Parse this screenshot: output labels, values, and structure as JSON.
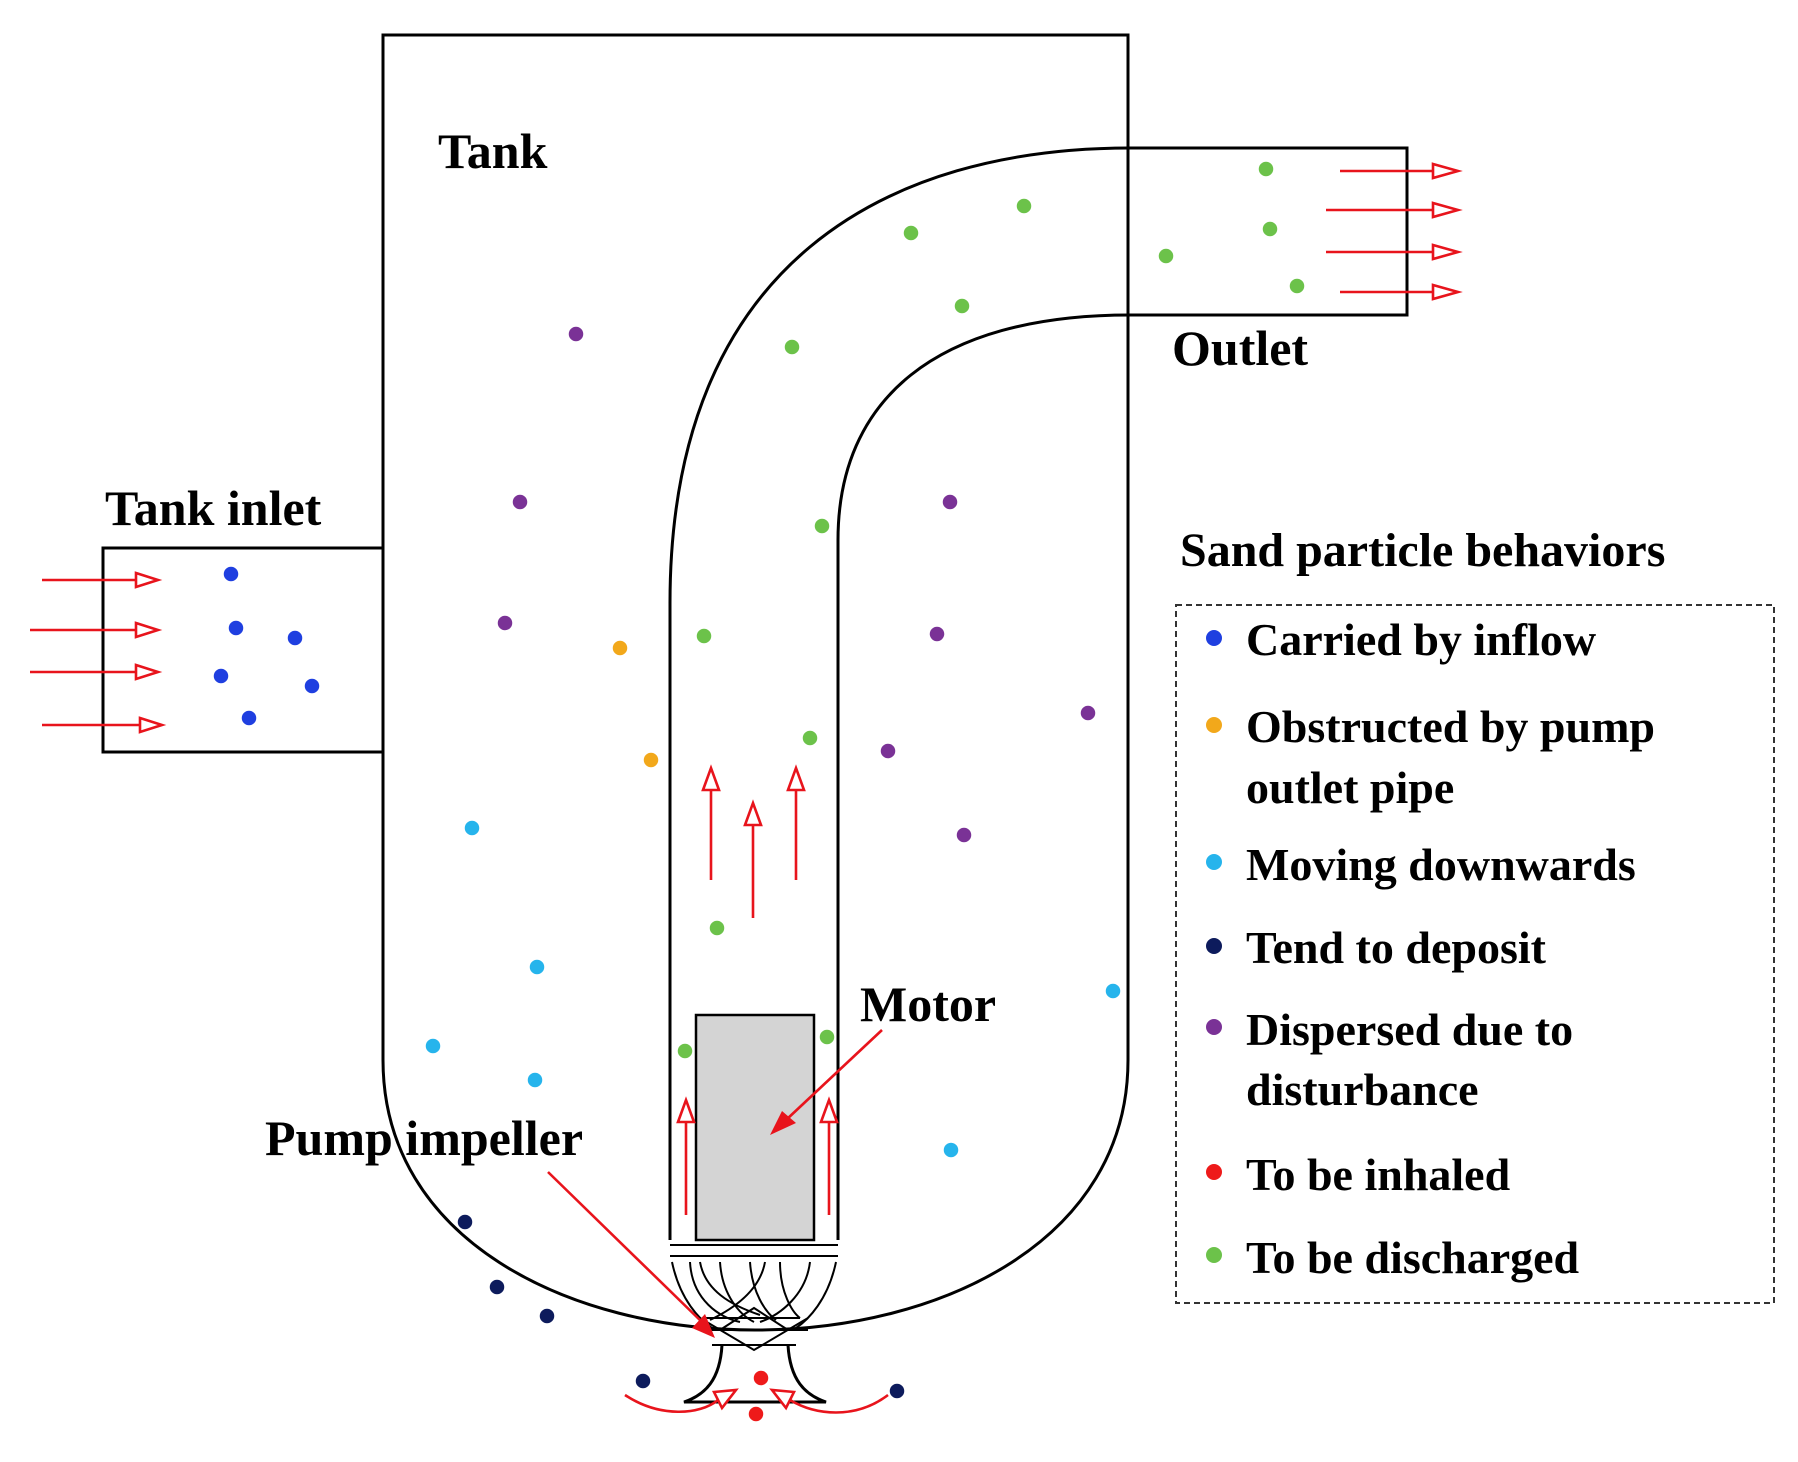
{
  "labels": {
    "tank": "Tank",
    "tank_inlet": "Tank inlet",
    "outlet": "Outlet",
    "motor": "Motor",
    "pump_impeller": "Pump impeller"
  },
  "legend": {
    "title": "Sand particle behaviors",
    "items": [
      {
        "key": "inflow",
        "lines": [
          "Carried by inflow"
        ],
        "color": "#1f3fe0"
      },
      {
        "key": "obstructed",
        "lines": [
          "Obstructed by pump",
          "outlet pipe"
        ],
        "color": "#f2a81b"
      },
      {
        "key": "downwards",
        "lines": [
          "Moving downwards"
        ],
        "color": "#26b4ec"
      },
      {
        "key": "deposit",
        "lines": [
          "Tend to deposit"
        ],
        "color": "#0d1b5c"
      },
      {
        "key": "dispersed",
        "lines": [
          "Dispersed due to",
          "disturbance"
        ],
        "color": "#7a3296"
      },
      {
        "key": "inhaled",
        "lines": [
          "To be inhaled"
        ],
        "color": "#ee1a1a"
      },
      {
        "key": "discharged",
        "lines": [
          "To be discharged"
        ],
        "color": "#6cc24a"
      }
    ]
  },
  "colors": {
    "flow_arrow": "#e8141c",
    "motor_fill": "#d4d4d4",
    "outline": "#000000"
  }
}
